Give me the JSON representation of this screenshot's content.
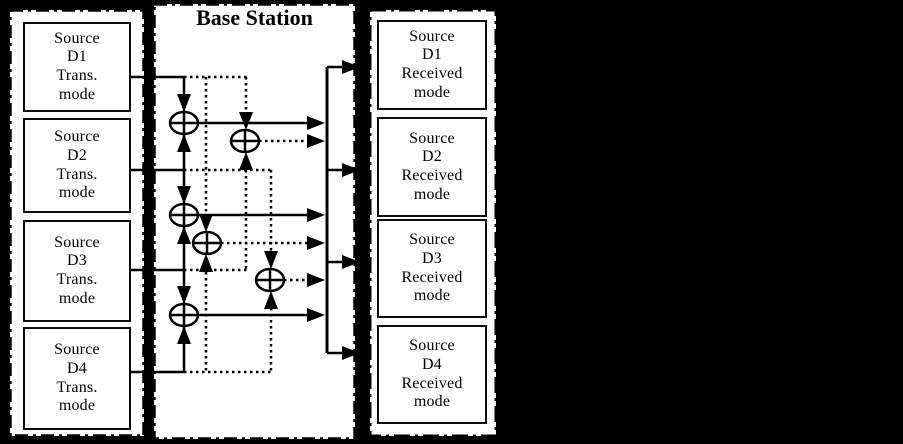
{
  "base_station": {
    "title": "Base Station"
  },
  "transmitters": [
    {
      "label": "Source\nD1\nTrans.\nmode"
    },
    {
      "label": "Source\nD2\nTrans.\nmode"
    },
    {
      "label": "Source\nD3\nTrans.\nmode"
    },
    {
      "label": "Source\nD4\nTrans.\nmode"
    }
  ],
  "receivers": [
    {
      "label": "Source\nD1\nReceived\nmode"
    },
    {
      "label": "Source\nD2\nReceived\nmode"
    },
    {
      "label": "Source\nD3\nReceived\nmode"
    },
    {
      "label": "Source\nD4\nReceived\nmode"
    }
  ],
  "symbols": {
    "xor_node": "⊕"
  },
  "colors": {
    "background": "#000000",
    "panel_fill": "#ffffff",
    "line": "#000000"
  }
}
